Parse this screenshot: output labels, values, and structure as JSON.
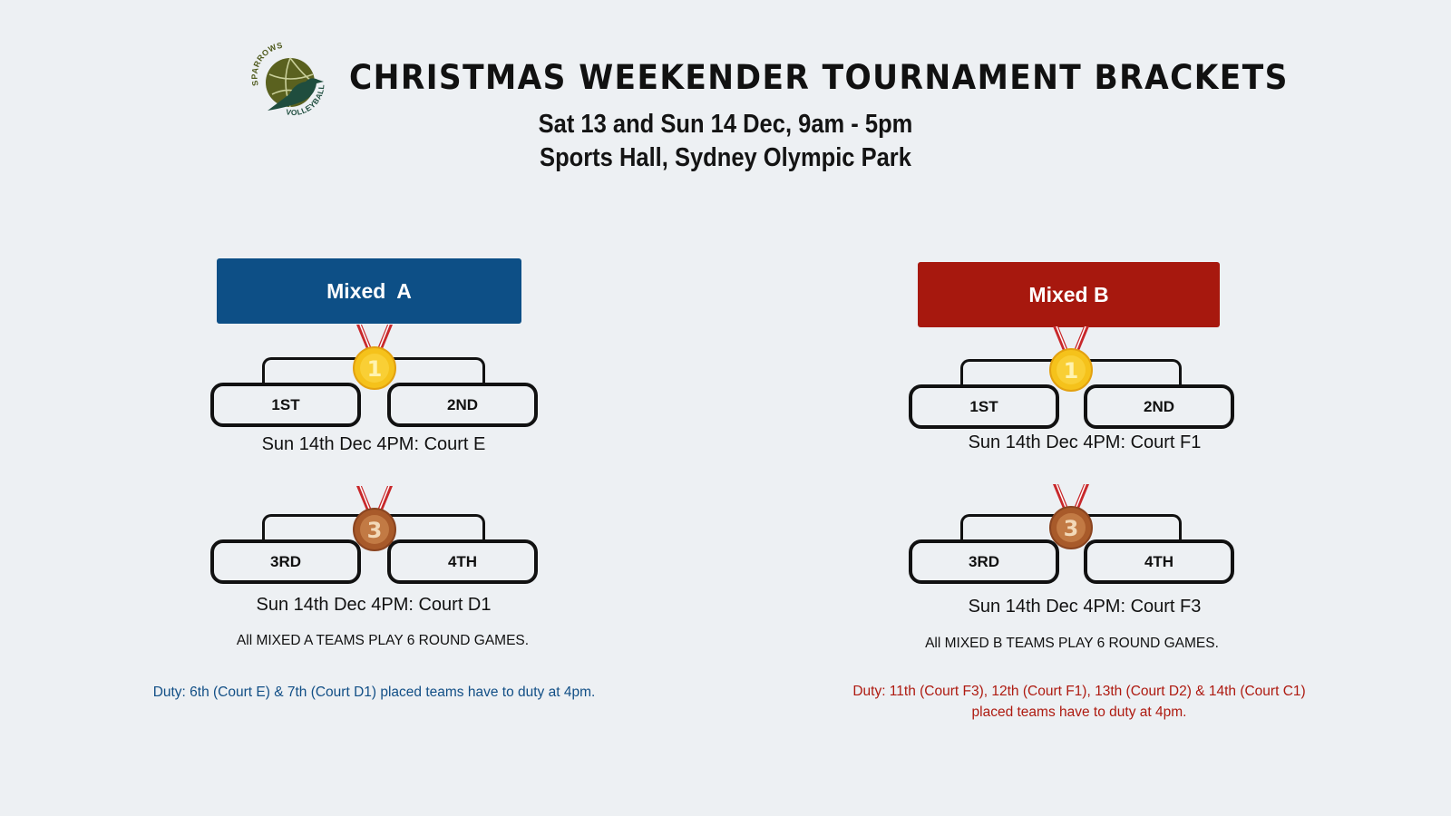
{
  "header": {
    "logo": {
      "icon": "sparrows-volleyball-logo",
      "top_text": "SPARROWS",
      "bottom_text": "VOLLEYBALL"
    },
    "title": "CHRISTMAS WEEKENDER TOURNAMENT BRACKETS",
    "date_line": "Sat 13 and Sun 14 Dec, 9am - 5pm",
    "venue_line": "Sports Hall, Sydney Olympic Park"
  },
  "colors": {
    "background": "#edf0f3",
    "mixed_a": "#0d4f86",
    "mixed_b": "#a7180e",
    "gold_medal": "#f5c21b",
    "bronze_medal": "#b0632f",
    "logo_olive": "#4f5a1d",
    "logo_green": "#1f4d3e"
  },
  "divisions": [
    {
      "name": "Mixed  A",
      "final": {
        "medal": "gold-medal-1-icon",
        "slots": [
          "1ST",
          "2ND"
        ],
        "schedule": "Sun 14th Dec 4PM: Court E"
      },
      "bronze": {
        "medal": "bronze-medal-3-icon",
        "slots": [
          "3RD",
          "4TH"
        ],
        "schedule": "Sun 14th Dec 4PM: Court D1"
      },
      "note": "All MIXED A TEAMS PLAY 6 ROUND GAMES.",
      "duty": "Duty: 6th (Court E) & 7th (Court D1) placed teams have to duty at 4pm."
    },
    {
      "name": "Mixed B",
      "final": {
        "medal": "gold-medal-1-icon",
        "slots": [
          "1ST",
          "2ND"
        ],
        "schedule": "Sun 14th Dec 4PM: Court F1"
      },
      "bronze": {
        "medal": "bronze-medal-3-icon",
        "slots": [
          "3RD",
          "4TH"
        ],
        "schedule": "Sun 14th Dec 4PM: Court F3"
      },
      "note": "All MIXED B TEAMS PLAY 6 ROUND GAMES.",
      "duty_line1": "Duty: 11th (Court F3), 12th (Court F1), 13th (Court D2) & 14th (Court C1)",
      "duty_line2": "placed teams have to duty at 4pm."
    }
  ]
}
